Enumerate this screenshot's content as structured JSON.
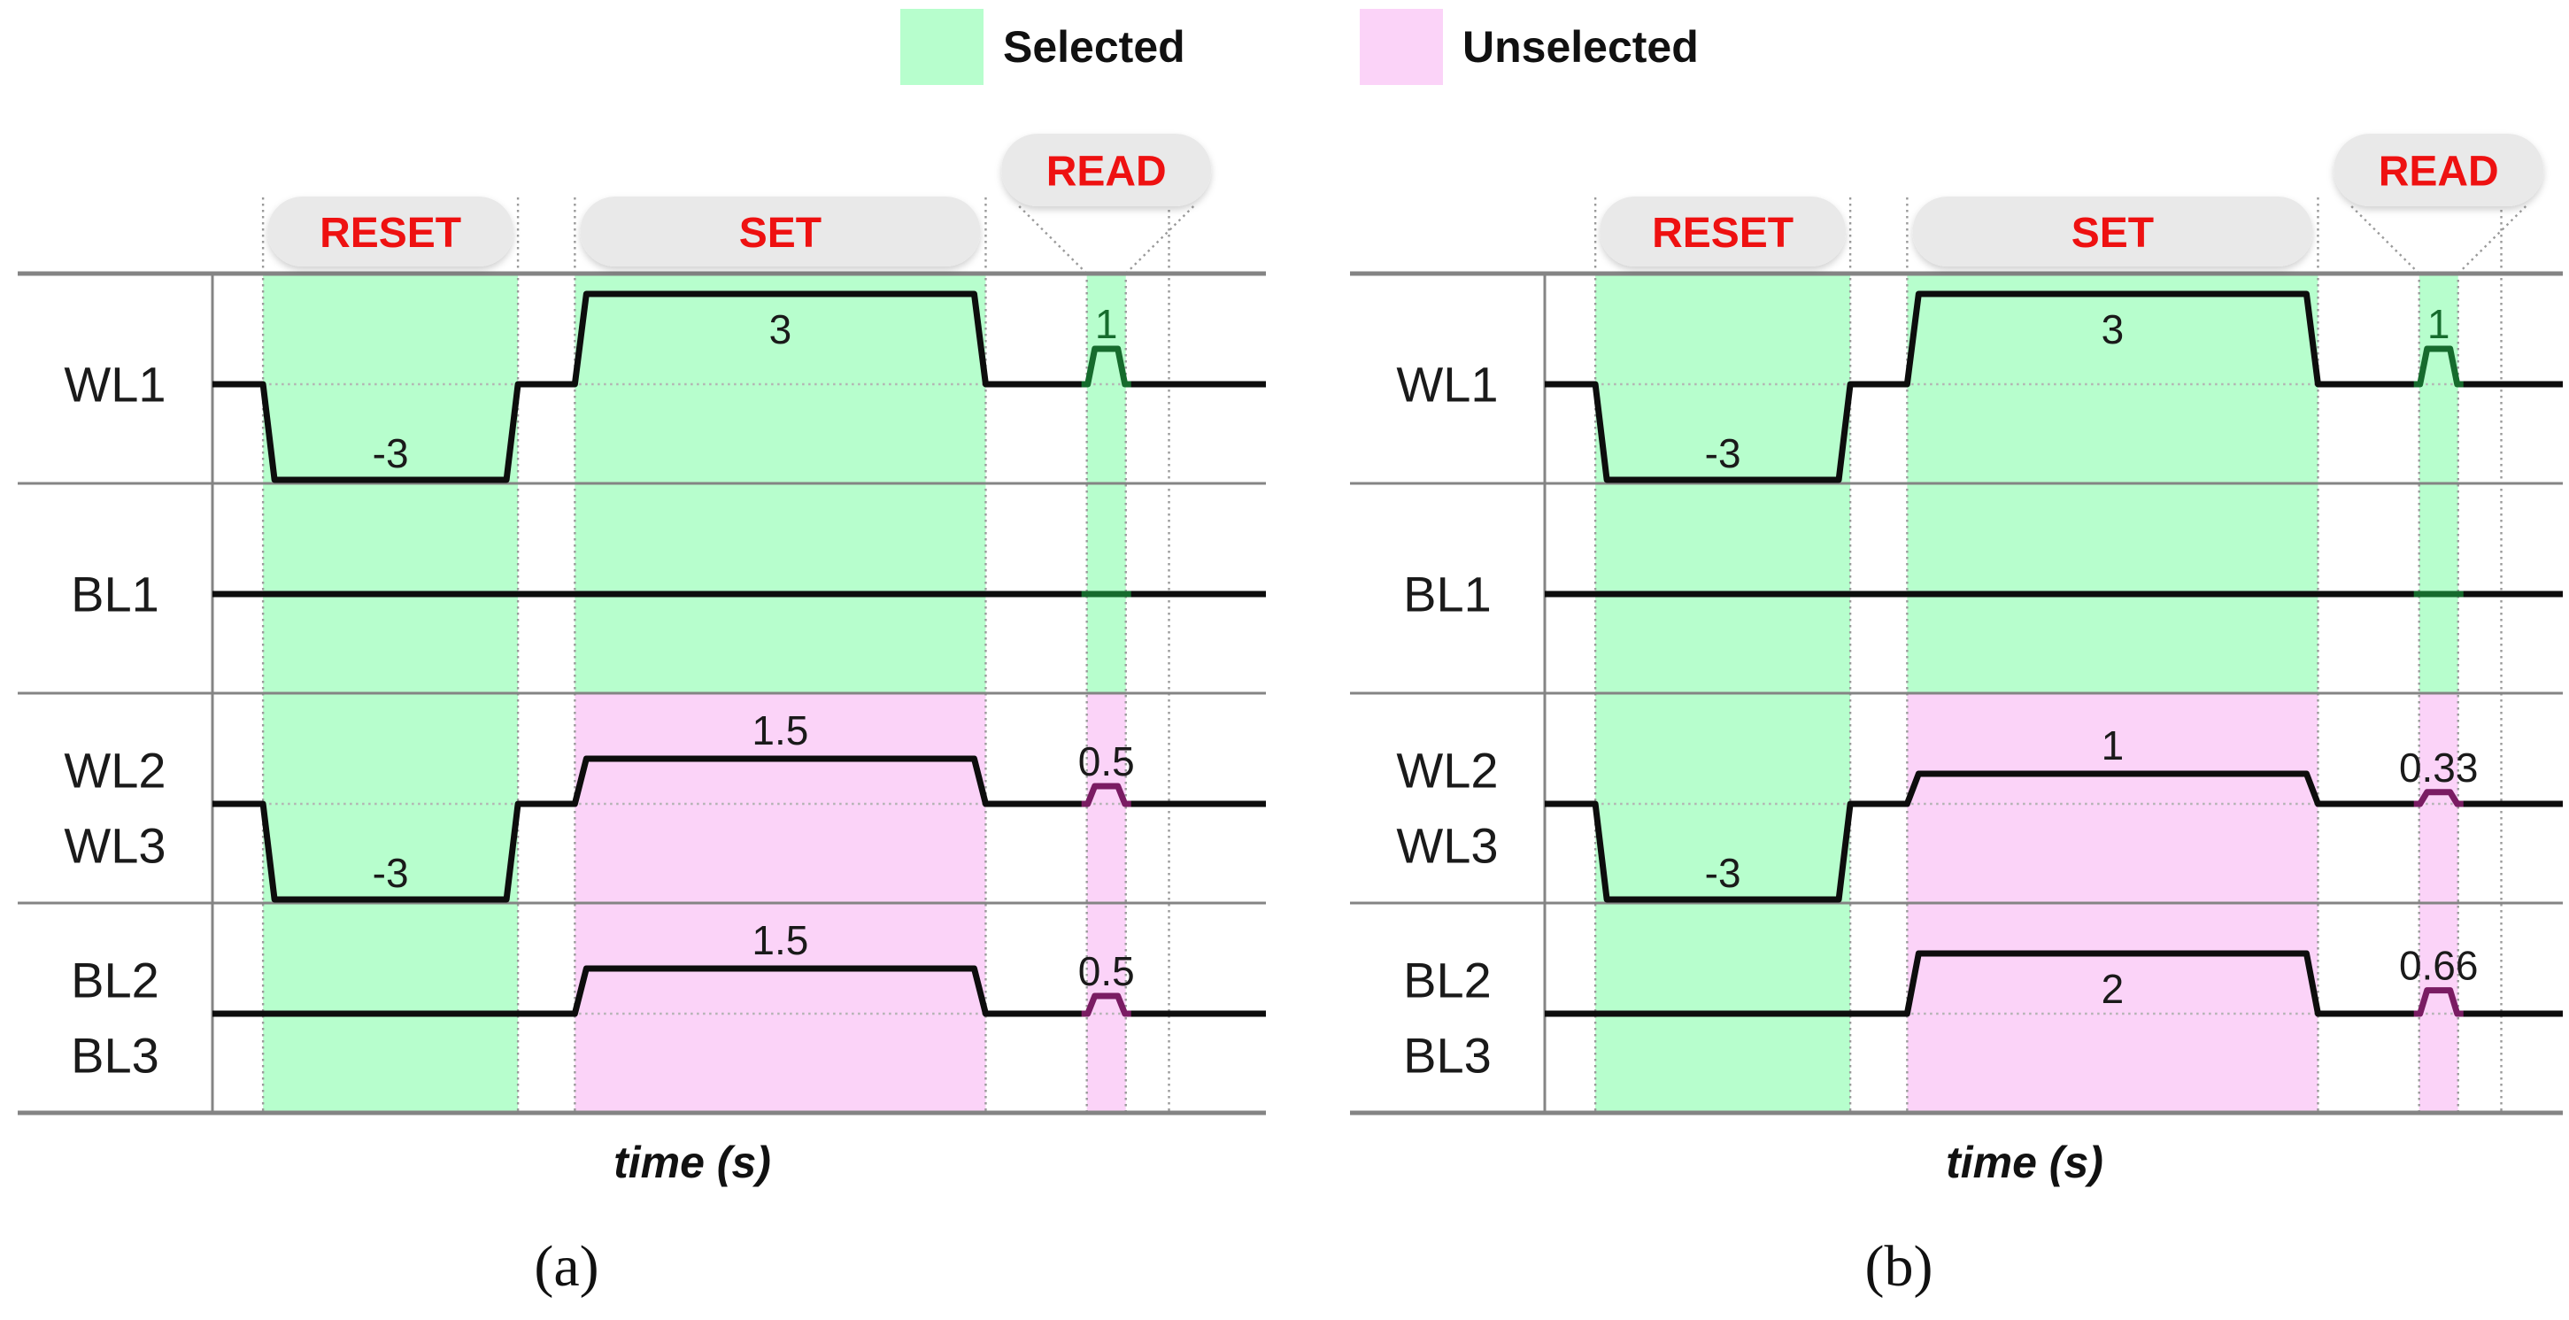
{
  "legend": {
    "items": [
      {
        "key": "selected",
        "label": "Selected",
        "color": "#b7fecd"
      },
      {
        "key": "unselected",
        "label": "Unselected",
        "color": "#fbd3f8"
      }
    ]
  },
  "colors": {
    "selected_band": "#b7fecd",
    "unselected_band": "#fbd3f8",
    "selected_accent": "#166b2d",
    "unselected_accent": "#7a1c63",
    "phase_text": "#ee1111",
    "pill_bg": "#e9e9e9",
    "waveform": "#0d0d0d",
    "grid": "#848484",
    "dotted": "#9a9a9a",
    "baseline_dotted": "#b3b3b3",
    "value_text": "#1a1a1a"
  },
  "chart_data": {
    "type": "line",
    "subtype": "waveform-timing-diagram",
    "x_axis_label": "time (s)",
    "panels": [
      {
        "caption": "(a)",
        "x_axis_label": "time (s)",
        "phases": [
          {
            "key": "reset",
            "name": "RESET",
            "span": [
              0.048,
              0.29
            ]
          },
          {
            "key": "set",
            "name": "SET",
            "span": [
              0.344,
              0.734
            ]
          },
          {
            "key": "read",
            "name": "READ",
            "span": [
              0.83,
              0.867
            ],
            "callout": true
          }
        ],
        "timeline_end": 0.908,
        "rows": [
          {
            "labels": [
              "WL1"
            ],
            "group": "selected",
            "levels": {
              "reset": -3,
              "set": 3,
              "read": 1
            },
            "value_labels": {
              "reset": "-3",
              "set": "3",
              "read": "1"
            },
            "set_label_pos": "below",
            "read_label_accent": true
          },
          {
            "labels": [
              "BL1"
            ],
            "group": "selected",
            "levels": {
              "reset": 0,
              "set": 0,
              "read": 0
            },
            "value_labels": {}
          },
          {
            "labels": [
              "WL2",
              "WL3"
            ],
            "group": "unselected",
            "levels": {
              "reset": -3,
              "set": 1.5,
              "read": 0.5
            },
            "value_labels": {
              "reset": "-3",
              "set": "1.5",
              "read": "0.5"
            },
            "set_label_pos": "above"
          },
          {
            "labels": [
              "BL2",
              "BL3"
            ],
            "group": "unselected",
            "levels": {
              "reset": 0,
              "set": 1.5,
              "read": 0.5
            },
            "value_labels": {
              "set": "1.5",
              "read": "0.5"
            },
            "set_label_pos": "above"
          }
        ]
      },
      {
        "caption": "(b)",
        "x_axis_label": "time (s)",
        "phases": [
          {
            "key": "reset",
            "name": "RESET",
            "span": [
              0.048,
              0.29
            ]
          },
          {
            "key": "set",
            "name": "SET",
            "span": [
              0.344,
              0.734
            ]
          },
          {
            "key": "read",
            "name": "READ",
            "span": [
              0.83,
              0.867
            ],
            "callout": true
          }
        ],
        "timeline_end": 0.908,
        "rows": [
          {
            "labels": [
              "WL1"
            ],
            "group": "selected",
            "levels": {
              "reset": -3,
              "set": 3,
              "read": 1
            },
            "value_labels": {
              "reset": "-3",
              "set": "3",
              "read": "1"
            },
            "set_label_pos": "below",
            "read_label_accent": true
          },
          {
            "labels": [
              "BL1"
            ],
            "group": "selected",
            "levels": {
              "reset": 0,
              "set": 0,
              "read": 0
            },
            "value_labels": {}
          },
          {
            "labels": [
              "WL2",
              "WL3"
            ],
            "group": "unselected",
            "levels": {
              "reset": -3,
              "set": 1,
              "read": 0.33
            },
            "value_labels": {
              "reset": "-3",
              "set": "1",
              "read": "0.33"
            },
            "set_label_pos": "above"
          },
          {
            "labels": [
              "BL2",
              "BL3"
            ],
            "group": "unselected",
            "levels": {
              "reset": 0,
              "set": 2,
              "read": 0.66
            },
            "value_labels": {
              "set": "2",
              "read": "0.66"
            },
            "set_label_pos": "below"
          }
        ]
      }
    ]
  }
}
